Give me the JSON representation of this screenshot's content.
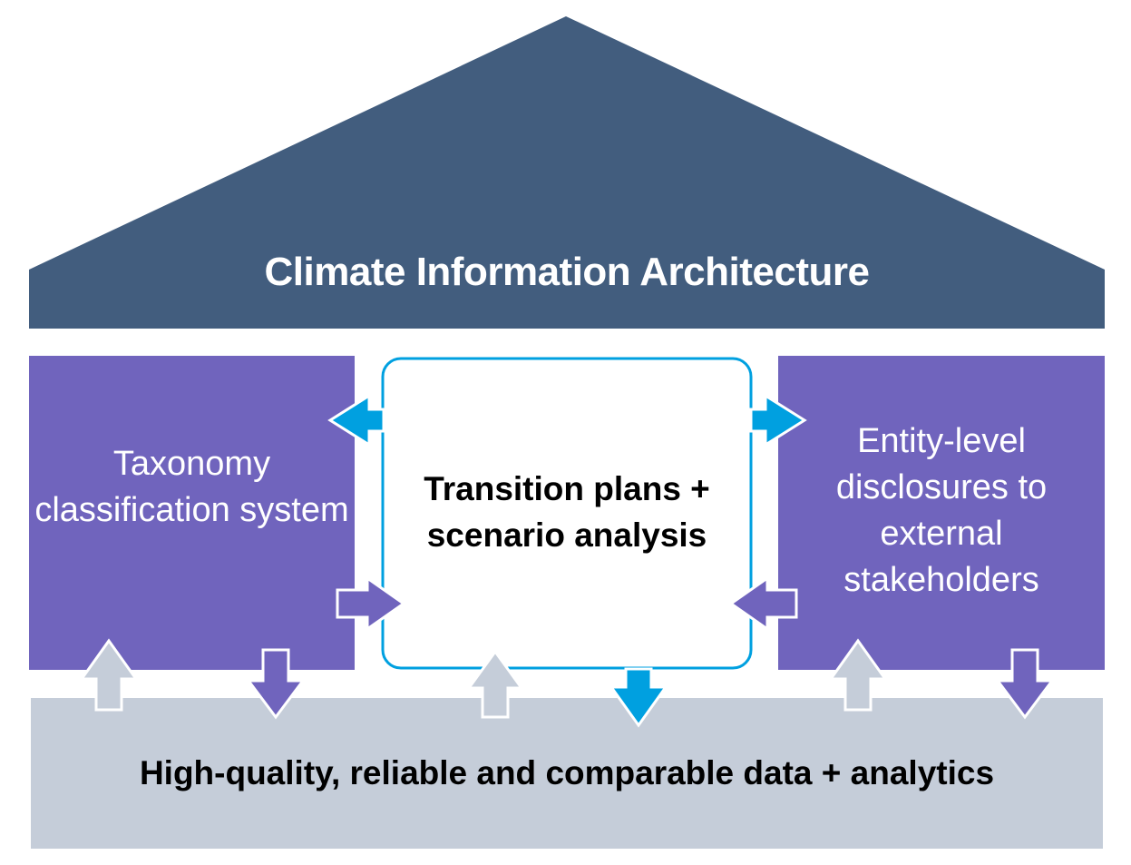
{
  "roof": {
    "title": "Climate Information Architecture"
  },
  "left_pillar": {
    "label": "Taxonomy classification system"
  },
  "center_pillar": {
    "label": "Transition plans + scenario analysis"
  },
  "right_pillar": {
    "label": "Entity-level disclosures to external stakeholders"
  },
  "foundation": {
    "label": "High-quality, reliable and comparable data + analytics"
  },
  "colors": {
    "roof": "#425d7e",
    "pillar": "#7064bd",
    "accent": "#00a0e0",
    "foundation": "#c5cdd9"
  }
}
